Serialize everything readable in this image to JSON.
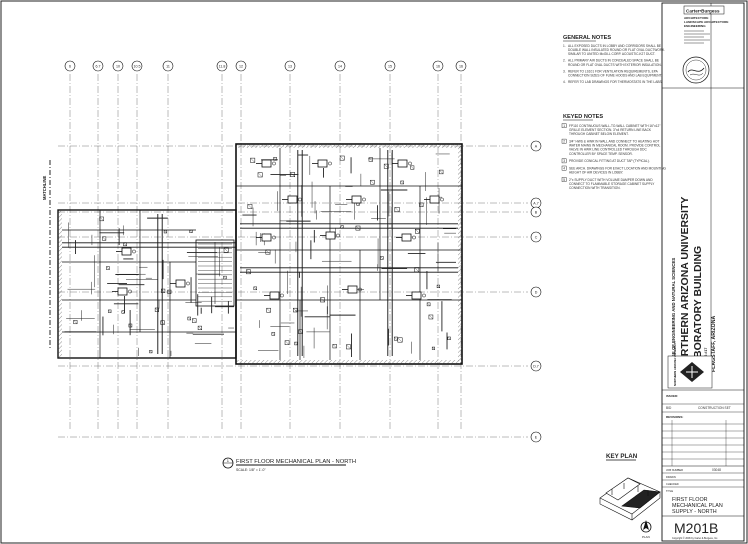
{
  "grid": {
    "columns": [
      "6",
      "6.7",
      "10",
      "10.5",
      "11",
      "11.8",
      "12",
      "13",
      "14",
      "15",
      "16",
      "16"
    ],
    "rows": [
      "A",
      "A.7",
      "B",
      "C",
      "D",
      "D.7",
      "E"
    ]
  },
  "plan": {
    "matchline": "MATCHLINE",
    "title": "FIRST FLOOR MECHANICAL PLAN - NORTH",
    "number": "1",
    "scale": "SCALE:  1/8\" = 1'-0\""
  },
  "general_notes": {
    "heading": "GENERAL NOTES",
    "items": [
      "ALL EXPOSED DUCTS IN LOBBY AND CORRIDORS SHALL BE DOUBLE WALL INSULATED ROUND OR FLAT OVAL DUCTWORK. SIMILAR TO UNITED McGILL CORP. ACOUSTIC-K27 DUCT.",
      "ALL PRIMARY AIR DUCTS IN CONCEALED SPACE SHALL BE ROUND OR FLAT OVAL DUCTS WITH EXTERIOR INSULATION.",
      "REFER TO LS101 FOR VENTILATION REQUIREMENTS, EPA CONNECTION SIZES OF FUME HOODS AND LAB EQUIPMENT.",
      "REFER TO LAB DRAWINGS FOR THERMOSTATS IN THE LABS."
    ]
  },
  "keyed_notes": {
    "heading": "KEYED NOTES",
    "items": [
      {
        "num": "1",
        "text": "FP110 CONTINUOUS WALL-TO-WALL CABINET WITH 16\"x12\" GRILLE ELEMENT SECTION. 3\"x4 RETURN LINE BACK THROUGH CABINET BELOW ELEMENT."
      },
      {
        "num": "2",
        "text": "3/4\" HWS & HWR IN WALL AND CONNECT TO HEATING HOT WATER MAINS IN MECHANICAL ROOM. PROVIDE CONTROL VALVE IN HWR LINE CONTROLLED THROUGH DDC CONTROLLER BY SPACE TEMP. SENSOR."
      },
      {
        "num": "3",
        "text": "PROVIDE CONICAL FITTING AT DUCT TAP (TYPICAL)."
      },
      {
        "num": "4",
        "text": "SEE ARCH. DRAWINGS FOR EXACT LOCATION AND MOUNTING HEIGHT OF AIR DEVICES IN LOBBY."
      },
      {
        "num": "5",
        "text": "2\"x SUPPLY DUCT WITH VOLUME DAMPER DOWN AND CONNECT TO FLAMMABLE STORAGE CABINET SUPPLY CONNECTION WITH TRANSITION."
      }
    ]
  },
  "key_plan": {
    "heading": "KEY PLAN"
  },
  "title_block": {
    "firm_logo": "Carter•Burgess",
    "firm_lines": [
      "ARCHITECTURE",
      "LANDSCAPE ARCHITECTURE",
      "ENGINEERING"
    ],
    "college": "COLLEGE OF ENGINEERING AND NATURAL SCIENCES",
    "university": "NORTHERN ARIZONA UNIVERSITY",
    "building": "LABORATORY BUILDING",
    "building_no": "BUILDING #17",
    "location": "FLAGSTAFF, ARIZONA",
    "nau_logo": "NORTHERN ARIZONA UNIVERSITY",
    "issued_label": "ISSUED:",
    "revisions_label": "REVISIONS:",
    "job_label": "JOB NUMBER",
    "drawn_label": "DRAWN",
    "checked_label": "CHECKED",
    "title_label": "TITLE",
    "sheet_title": [
      "FIRST FLOOR",
      "MECHANICAL PLAN",
      "SUPPLY - NORTH"
    ],
    "sheet_number": "M201B",
    "copyright": "Copyright © 2006 by Carter & Burgess, Inc."
  }
}
